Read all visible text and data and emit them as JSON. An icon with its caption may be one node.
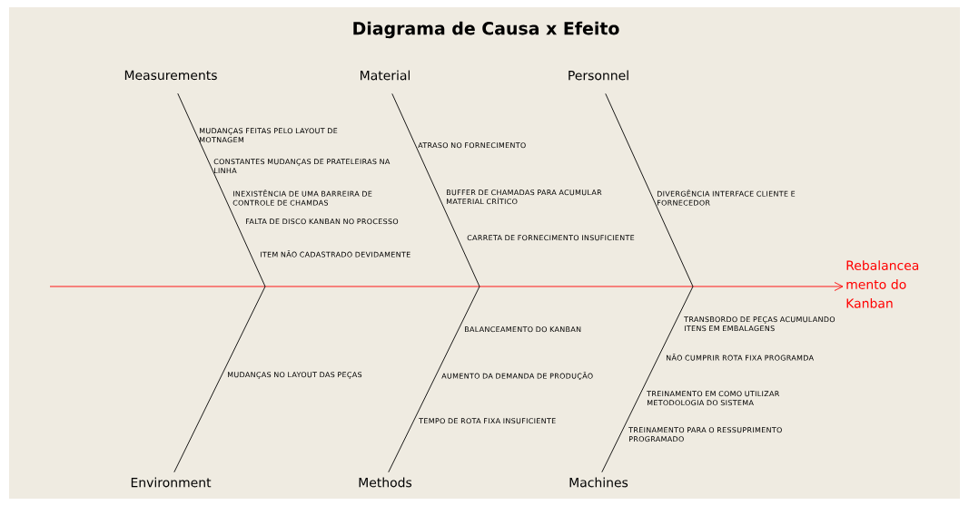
{
  "diagram": {
    "title": "Diagrama de Causa x Efeito",
    "nodes": [
      {
        "text": [
          "Measurements"
        ]
      },
      {
        "text": [
          "Material"
        ]
      },
      {
        "text": [
          "Personnel"
        ]
      },
      {
        "text": [
          "Environment"
        ]
      },
      {
        "text": [
          "Methods"
        ]
      },
      {
        "text": [
          "Machines"
        ]
      },
      {
        "text": [
          "Rebalancea mento do Kanban"
        ]
      }
    ],
    "edges": [
      {
        "from": null,
        "to": 6,
        "arrow": "to",
        "color": "#ff0000"
      },
      {
        "from": 0,
        "to": null,
        "arrow": "none"
      },
      {
        "from": 1,
        "to": null,
        "arrow": "none"
      },
      {
        "from": 2,
        "to": null,
        "arrow": "none"
      },
      {
        "from": 3,
        "to": null,
        "arrow": "none"
      },
      {
        "from": 4,
        "to": null,
        "arrow": "none"
      },
      {
        "from": 5,
        "to": null,
        "arrow": "none"
      }
    ],
    "labels": [
      "MUDANÇAS FEITAS PELO LAYOUT DE MOTNAGEM",
      "CONSTANTES MUDANÇAS DE PRATELEIRAS NA LINHA",
      "INEXISTÊNCIA DE UMA BARREIRA DE CONTROLE DE CHAMDAS",
      "FALTA DE DISCO KANBAN NO PROCESSO",
      "ITEM NÃO CADASTRADO DEVIDAMENTE",
      "ATRASO NO FORNECIMENTO",
      "BUFFER DE CHAMADAS PARA ACUMULAR MATERIAL CRÍTICO",
      "CARRETA DE FORNECIMENTO INSUFICIENTE",
      "DIVERGÊNCIA INTERFACE CLIENTE E FORNECEDOR",
      "MUDANÇAS NO LAYOUT DAS PEÇAS",
      "BALANCEAMENTO DO KANBAN",
      "AUMENTO DA DEMANDA DE PRODUÇÃO",
      "TEMPO DE ROTA FIXA INSUFICIENTE",
      "TRANSBORDO DE PEÇAS ACUMULANDO ITENS EM EMBALAGENS",
      "NÃO CUMPRIR ROTA FIXA PROGRAMDA",
      "TREINAMENTO EM COMO UTILIZAR METODOLOGIA DO SISTEMA",
      "TREINAMENTO PARA O RESSUPRIMENTO PROGRAMADO"
    ]
  }
}
